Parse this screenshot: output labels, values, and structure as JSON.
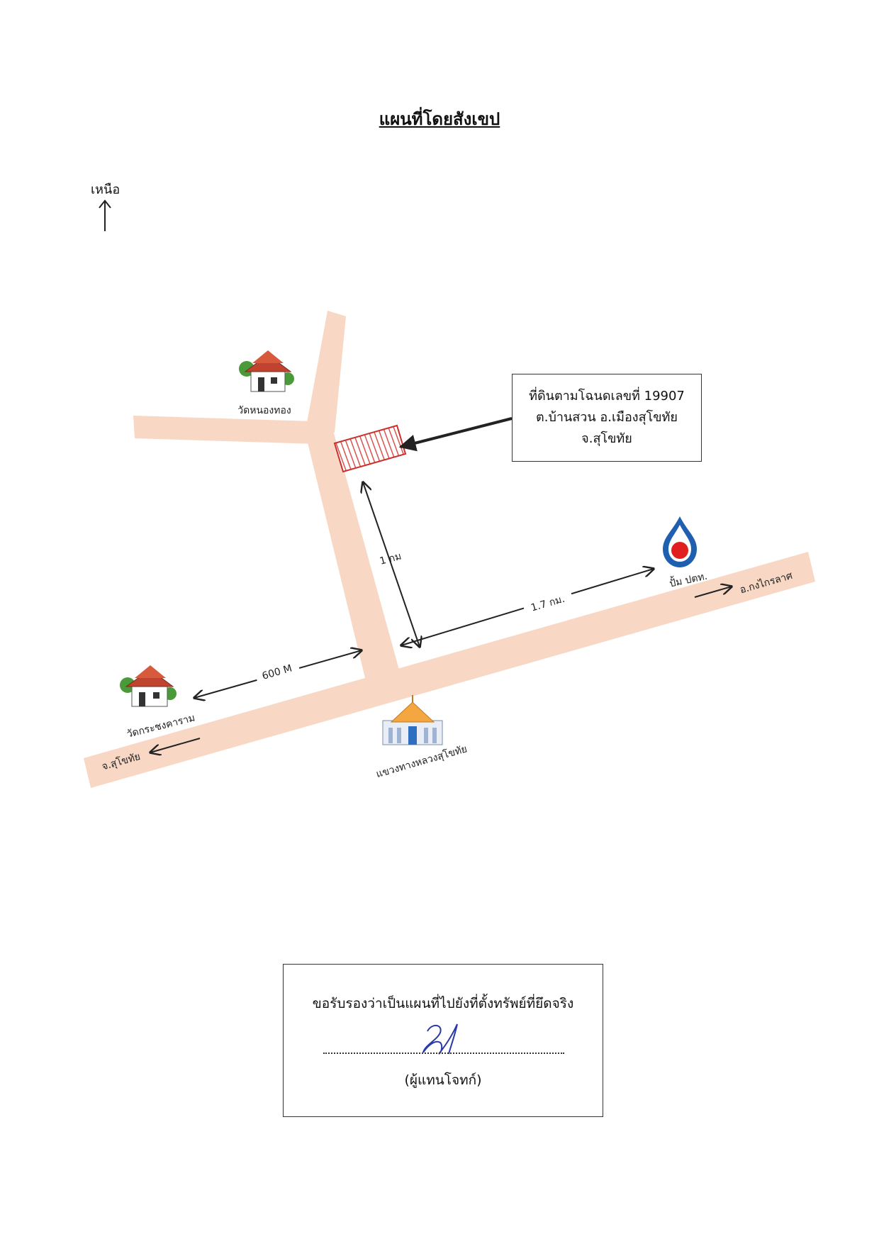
{
  "title": "แผนที่โดยสังเขป",
  "north_label": "เหนือ",
  "icons": [
    "north-arrow-icon",
    "temple-icon",
    "government-building-icon",
    "ptt-gas-station-icon",
    "land-plot-marker"
  ],
  "colors": {
    "road": "#f8d8c5",
    "plot": "#d9534f",
    "ptt_blue": "#1f5fb0",
    "ptt_red": "#e02020"
  },
  "land_label": {
    "line1": "ที่ดินตามโฉนดเลขที่ 19907",
    "line2": "ต.บ้านสวน  อ.เมืองสุโขทัย",
    "line3": "จ.สุโขทัย"
  },
  "places": {
    "temple_north": "วัดหนองทอง",
    "temple_west": "วัดกระชงคาราม",
    "highway_office": "แขวงทางหลวงสุโขทัย",
    "gas_station": "ปั้ม ปตท."
  },
  "distances": {
    "to_plot": "1 กม",
    "to_gas": "1.7 กม.",
    "to_temple": "600 M"
  },
  "directions": {
    "east": "อ.กงไกรลาศ",
    "west": "จ.สุโขทัย"
  },
  "certification": {
    "statement": "ขอรับรองว่าเป็นแผนที่ไปยังที่ตั้งทรัพย์ที่ยึดจริง",
    "role": "(ผู้แทนโจทก์)"
  }
}
